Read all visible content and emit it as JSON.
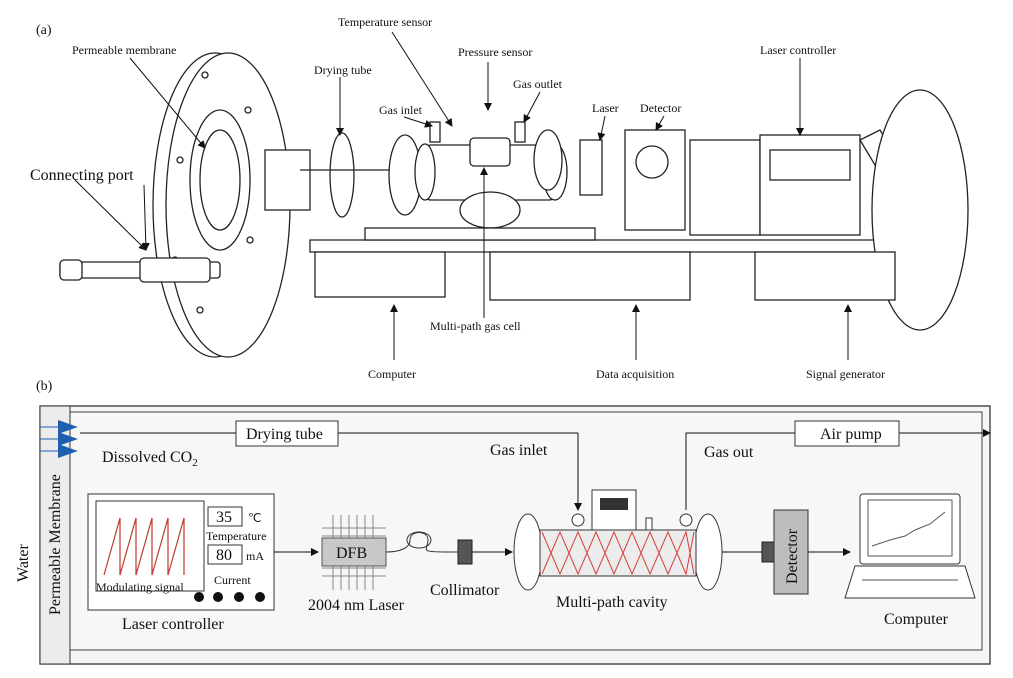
{
  "panel_a": {
    "tag": "(a)",
    "labels": {
      "temperature_sensor": "Temperature sensor",
      "permeable_membrane": "Permeable membrane",
      "pressure_sensor": "Pressure sensor",
      "drying_tube": "Drying tube",
      "gas_outlet": "Gas outlet",
      "laser_controller": "Laser controller",
      "gas_inlet": "Gas inlet",
      "laser": "Laser",
      "detector": "Detector",
      "connecting_port": "Connecting port",
      "multi_path_gas_cell": "Multi-path gas cell",
      "computer": "Computer",
      "data_acquisition": "Data acquisition",
      "signal_generator": "Signal generator"
    }
  },
  "panel_b": {
    "tag": "(b)",
    "water": "Water",
    "permeable_membrane": "Permeable  Membrane",
    "drying_tube": "Drying tube",
    "dissolved": "Dissolved CO",
    "dissolved_sub": "2",
    "gas_inlet": "Gas inlet",
    "gas_out": "Gas out",
    "air_pump": "Air pump",
    "temp_value": "35",
    "temp_unit": "℃",
    "temperature": "Temperature",
    "current_value": "80",
    "current_unit": "mA",
    "current": "Current",
    "modulating_signal": "Modulating signal",
    "laser_controller": "Laser controller",
    "dfb": "DFB",
    "laser_2004": "2004 nm Laser",
    "collimator": "Collimator",
    "multi_path_cavity": "Multi-path cavity",
    "detector": "Detector",
    "computer": "Computer"
  }
}
